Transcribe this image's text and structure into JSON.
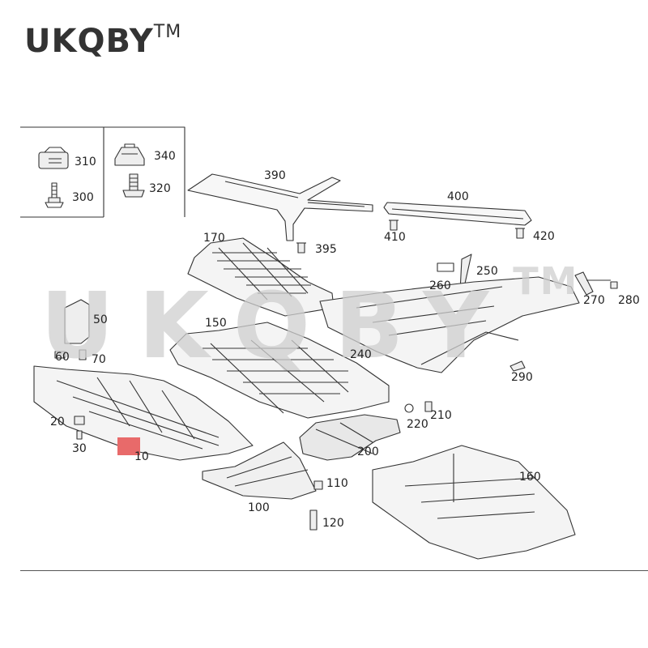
{
  "brand": {
    "name": "UKQBY",
    "tm": "TM"
  },
  "watermark": {
    "name": "UKQBY",
    "tm": "TM"
  },
  "colors": {
    "highlight": "#e86a6a",
    "line": "#333333",
    "watermark": "#cfcfcf"
  },
  "callouts": {
    "c310": "310",
    "c300": "300",
    "c340": "340",
    "c320": "320",
    "c390": "390",
    "c400": "400",
    "c395": "395",
    "c410": "410",
    "c420": "420",
    "c170": "170",
    "c250": "250",
    "c260": "260",
    "c270": "270",
    "c280": "280",
    "c50": "50",
    "c150": "150",
    "c240": "240",
    "c290": "290",
    "c60": "60",
    "c70": "70",
    "c220": "220",
    "c210": "210",
    "c20": "20",
    "c30": "30",
    "c10": "10",
    "c200": "200",
    "c160": "160",
    "c110": "110",
    "c100": "100",
    "c120": "120"
  }
}
